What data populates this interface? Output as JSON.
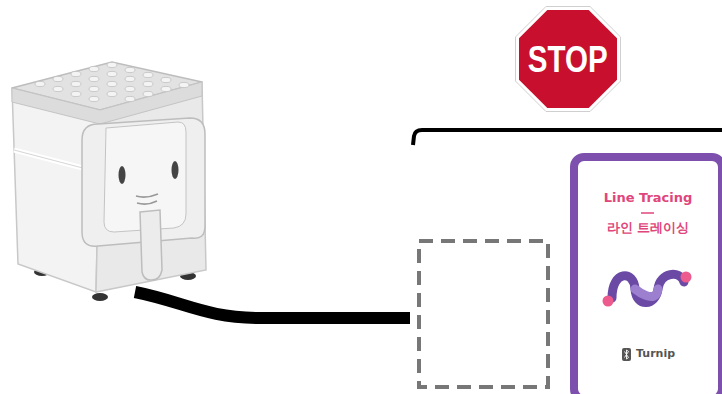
{
  "diagram": {
    "nodes": [
      {
        "text": [
          "STOP"
        ]
      },
      {
        "text": [
          "Line Tracing",
          "라인 트레이싱",
          "Turnip"
        ]
      }
    ]
  }
}
